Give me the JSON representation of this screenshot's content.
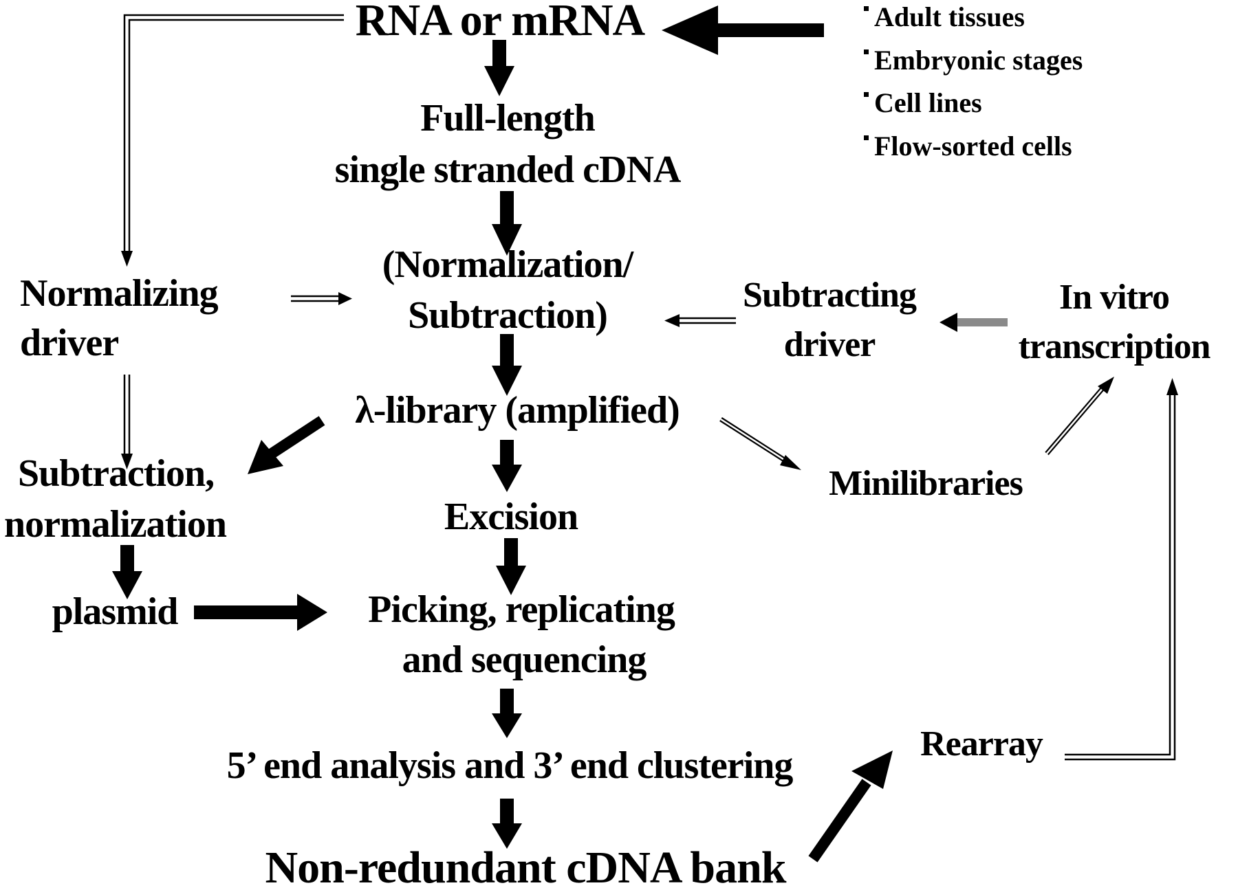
{
  "diagram": {
    "title": "Full-length cDNA library construction flowchart",
    "nodes": {
      "rna": "RNA or mRNA",
      "full_length_1": "Full-length",
      "full_length_2": "single stranded cDNA",
      "norm_sub_1": "(Normalization/",
      "norm_sub_2": "Subtraction)",
      "normalizing_driver_1": "Normalizing",
      "normalizing_driver_2": "driver",
      "subtracting_driver_1": "Subtracting",
      "subtracting_driver_2": "driver",
      "in_vitro_1": "In vitro",
      "in_vitro_2": "transcription",
      "lambda_library": "λ-library (amplified)",
      "sub_norm_1": "Subtraction,",
      "sub_norm_2": "normalization",
      "excision": "Excision",
      "minilibraries": "Minilibraries",
      "plasmid": "plasmid",
      "picking_1": "Picking, replicating",
      "picking_2": "and sequencing",
      "analysis": "5’ end analysis and 3’ end clustering",
      "rearray": "Rearray",
      "bank": "Non-redundant cDNA bank"
    },
    "sources": [
      "Adult tissues",
      "Embryonic stages",
      "Cell lines",
      "Flow-sorted cells"
    ],
    "edges": [
      {
        "from": "sources",
        "to": "rna",
        "style": "thick"
      },
      {
        "from": "rna",
        "to": "full_length",
        "style": "thick"
      },
      {
        "from": "full_length",
        "to": "norm_sub",
        "style": "thick"
      },
      {
        "from": "rna",
        "to": "normalizing_driver",
        "style": "double-line"
      },
      {
        "from": "normalizing_driver",
        "to": "norm_sub",
        "style": "double-line"
      },
      {
        "from": "subtracting_driver",
        "to": "norm_sub",
        "style": "double-line"
      },
      {
        "from": "in_vitro",
        "to": "subtracting_driver",
        "style": "gray"
      },
      {
        "from": "norm_sub",
        "to": "lambda_library",
        "style": "thick"
      },
      {
        "from": "lambda_library",
        "to": "sub_norm",
        "style": "thick"
      },
      {
        "from": "normalizing_driver",
        "to": "sub_norm",
        "style": "double-line"
      },
      {
        "from": "lambda_library",
        "to": "excision",
        "style": "thick"
      },
      {
        "from": "lambda_library",
        "to": "minilibraries",
        "style": "double-line"
      },
      {
        "from": "minilibraries",
        "to": "in_vitro",
        "style": "double-line"
      },
      {
        "from": "sub_norm",
        "to": "plasmid",
        "style": "thick"
      },
      {
        "from": "plasmid",
        "to": "picking",
        "style": "thick"
      },
      {
        "from": "excision",
        "to": "picking",
        "style": "thick"
      },
      {
        "from": "picking",
        "to": "analysis",
        "style": "thick"
      },
      {
        "from": "analysis",
        "to": "bank",
        "style": "thick"
      },
      {
        "from": "bank",
        "to": "rearray",
        "style": "thick"
      },
      {
        "from": "rearray",
        "to": "in_vitro",
        "style": "double-line"
      }
    ],
    "colors": {
      "ink": "#000000",
      "gray_arrow": "#8a8a8a",
      "background": "#ffffff"
    }
  }
}
